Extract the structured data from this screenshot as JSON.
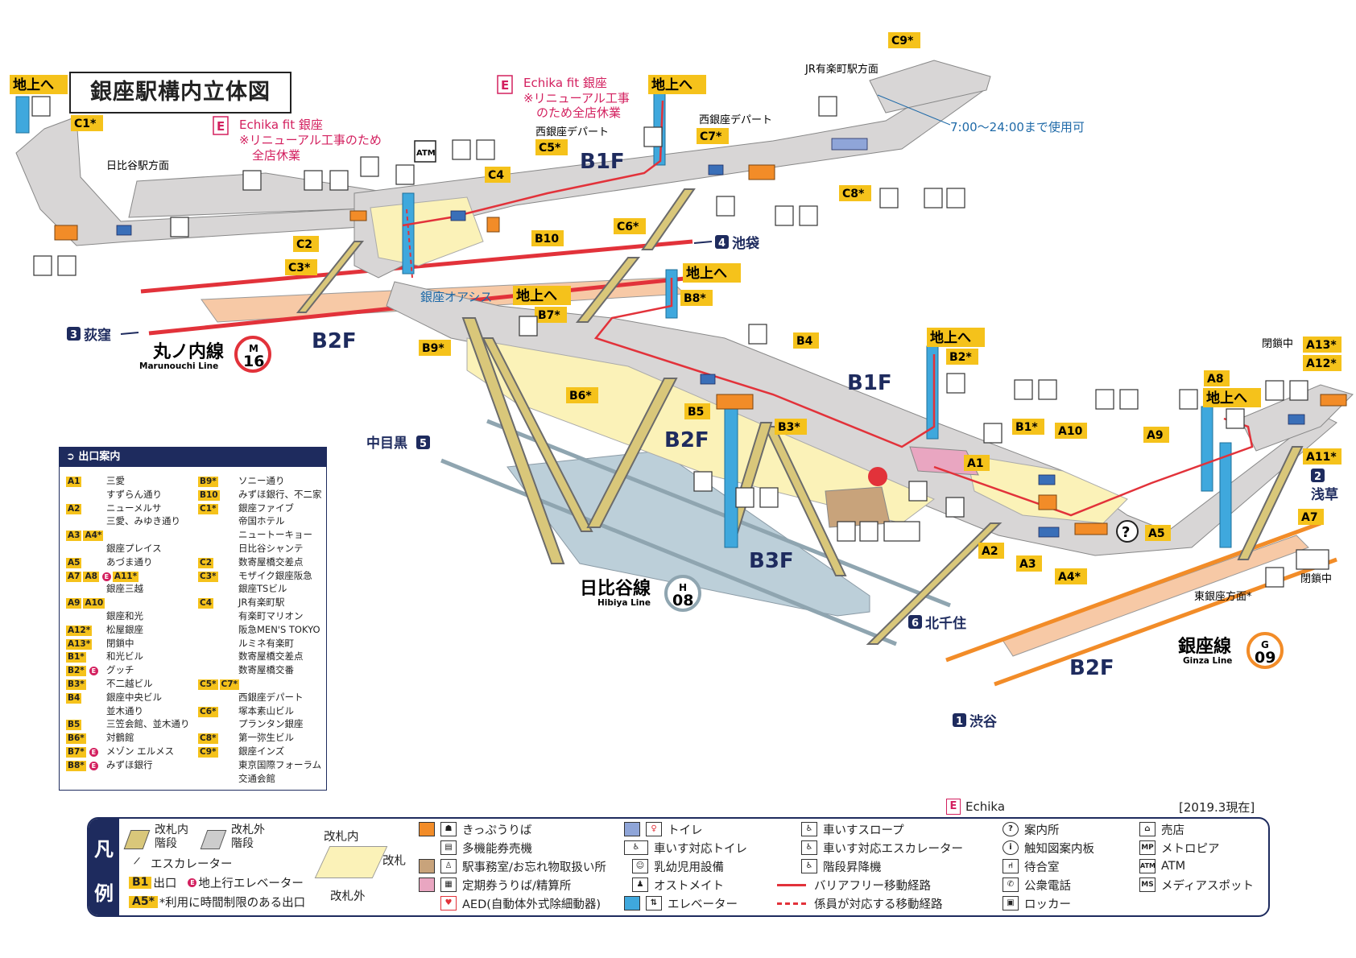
{
  "title": "銀座駅構内立体図",
  "colors": {
    "navy": "#1e2b5e",
    "marunouchi": "#e2323a",
    "hibiya": "#8fa5b0",
    "ginza": "#f28c28",
    "exit_tag": "#f5c21b",
    "echika": "#d3205f",
    "elevator": "#3fa8dd",
    "floor_b1": "#d8d6d6",
    "floor_b2": "#f7c9a6",
    "gate_area": "#fbf2b8",
    "platform_b3": "#bccfd9",
    "barrier_route": "#e2323a"
  },
  "floors": {
    "b1f_left": "B1F",
    "b1f_right": "B1F",
    "b2f_marunouchi": "B2F",
    "b2f_center": "B2F",
    "b3f": "B3F",
    "b2f_ginza": "B2F"
  },
  "lines": {
    "marunouchi": {
      "jp": "丸ノ内線",
      "en": "Marunouchi Line",
      "letter": "M",
      "number": "16",
      "dir_left_num": "3",
      "dir_left": "荻窪",
      "dir_right_num": "4",
      "dir_right": "池袋"
    },
    "hibiya": {
      "jp": "日比谷線",
      "en": "Hibiya Line",
      "letter": "H",
      "number": "08",
      "dir_left_num": "5",
      "dir_left": "中目黒",
      "dir_right_num": "6",
      "dir_right": "北千住"
    },
    "ginza": {
      "jp": "銀座線",
      "en": "Ginza Line",
      "letter": "G",
      "number": "09",
      "dir_left_num": "1",
      "dir_left": "渋谷",
      "dir_right_num": "2",
      "dir_right": "浅草"
    }
  },
  "map_labels": {
    "chijou_he_1": "地上へ",
    "chijou_he_2": "地上へ",
    "chijou_he_3": "地上へ",
    "chijou_he_4": "地上へ",
    "chijou_he_5": "地上へ",
    "chijou_he_6": "地上へ",
    "hibiya_st_dir": "日比谷駅方面",
    "jr_yurakucho_dir": "JR有楽町駅方面",
    "nishi_ginza_depart_1": "西銀座デパート",
    "nishi_ginza_depart_2": "西銀座デパート",
    "hours": "7:00～24:00まで使用可",
    "ginza_oasis": "銀座オアシス",
    "higashi_ginza_dir": "東銀座方面*",
    "heisachu_1": "閉鎖中",
    "heisachu_2": "閉鎖中",
    "atm": "ATM",
    "echika_1_title": "Echika fit 銀座",
    "echika_1_l1": "※リニューアル工事のため",
    "echika_1_l2": "全店休業",
    "echika_2_title": "Echika fit 銀座",
    "echika_2_l1": "※リニューアル工事",
    "echika_2_l2": "のため全店休業",
    "echika_letter": "E"
  },
  "exits": {
    "c9": "C9*",
    "c1": "C1*",
    "c5": "C5*",
    "c7": "C7*",
    "c4": "C4",
    "c6": "C6*",
    "c8": "C8*",
    "c2": "C2",
    "c3": "C3*",
    "b10": "B10",
    "b7": "B7*",
    "b8": "B8*",
    "b9": "B9*",
    "b6": "B6*",
    "b4": "B4",
    "b2": "B2*",
    "b5": "B5",
    "b3": "B3*",
    "b1": "B1*",
    "a10": "A10",
    "a9": "A9",
    "a1": "A1",
    "a2": "A2",
    "a3": "A3",
    "a4": "A4*",
    "a5": "A5",
    "a8": "A8",
    "a13": "A13*",
    "a12": "A12*",
    "a11": "A11*",
    "a7": "A7"
  },
  "exit_guide": {
    "heading": "出口案内",
    "col1": [
      {
        "codes": [
          "A1"
        ],
        "name": "三愛"
      },
      {
        "codes": [],
        "name": "すずらん通り"
      },
      {
        "codes": [
          "A2"
        ],
        "name": "ニューメルサ"
      },
      {
        "codes": [],
        "name": "三愛、みゆき通り"
      },
      {
        "codes": [
          "A3",
          "A4*"
        ],
        "name": ""
      },
      {
        "codes": [],
        "name": "銀座プレイス"
      },
      {
        "codes": [
          "A5"
        ],
        "name": "あづま通り"
      },
      {
        "codes": [
          "A7",
          "A8",
          "A11*"
        ],
        "name": "",
        "echika": true
      },
      {
        "codes": [],
        "name": "銀座三越"
      },
      {
        "codes": [
          "A9",
          "A10"
        ],
        "name": ""
      },
      {
        "codes": [],
        "name": "銀座和光"
      },
      {
        "codes": [
          "A12*"
        ],
        "name": "松屋銀座"
      },
      {
        "codes": [
          "A13*"
        ],
        "name": "閉鎖中"
      },
      {
        "codes": [
          "B1*"
        ],
        "name": "和光ビル"
      },
      {
        "codes": [
          "B2*"
        ],
        "name": "グッチ",
        "echika": true
      },
      {
        "codes": [
          "B3*"
        ],
        "name": "不二越ビル"
      },
      {
        "codes": [
          "B4"
        ],
        "name": "銀座中央ビル"
      },
      {
        "codes": [],
        "name": "並木通り"
      },
      {
        "codes": [
          "B5"
        ],
        "name": "三笠会館、並木通り"
      },
      {
        "codes": [
          "B6*"
        ],
        "name": "対鶴館"
      },
      {
        "codes": [
          "B7*"
        ],
        "name": "メゾン エルメス",
        "echika": true
      },
      {
        "codes": [
          "B8*"
        ],
        "name": "みずほ銀行",
        "echika": true
      }
    ],
    "col2": [
      {
        "codes": [
          "B9*"
        ],
        "name": "ソニー通り"
      },
      {
        "codes": [
          "B10"
        ],
        "name": "みずほ銀行、不二家"
      },
      {
        "codes": [
          "C1*"
        ],
        "name": "銀座ファイブ"
      },
      {
        "codes": [],
        "name": "帝国ホテル"
      },
      {
        "codes": [],
        "name": "ニュートーキョー"
      },
      {
        "codes": [],
        "name": "日比谷シャンテ"
      },
      {
        "codes": [
          "C2"
        ],
        "name": "数寄屋橋交差点"
      },
      {
        "codes": [
          "C3*"
        ],
        "name": "モザイク銀座阪急"
      },
      {
        "codes": [],
        "name": "銀座TSビル"
      },
      {
        "codes": [
          "C4"
        ],
        "name": "JR有楽町駅"
      },
      {
        "codes": [],
        "name": "有楽町マリオン"
      },
      {
        "codes": [],
        "name": "阪急MEN'S TOKYO"
      },
      {
        "codes": [],
        "name": "ルミネ有楽町"
      },
      {
        "codes": [],
        "name": "数寄屋橋交差点"
      },
      {
        "codes": [],
        "name": "数寄屋橋交番"
      },
      {
        "codes": [
          "C5*",
          "C7*"
        ],
        "name": ""
      },
      {
        "codes": [],
        "name": "西銀座デパート"
      },
      {
        "codes": [
          "C6*"
        ],
        "name": "塚本素山ビル"
      },
      {
        "codes": [],
        "name": "プランタン銀座"
      },
      {
        "codes": [
          "C8*"
        ],
        "name": "第一弥生ビル"
      },
      {
        "codes": [
          "C9*"
        ],
        "name": "銀座インズ"
      },
      {
        "codes": [],
        "name": "東京国際フォーラム"
      },
      {
        "codes": [],
        "name": "交通会館"
      }
    ]
  },
  "legend": {
    "side_1": "凡",
    "side_2": "例",
    "stairs_in_1": "改札内",
    "stairs_in_2": "階段",
    "stairs_out_1": "改札外",
    "stairs_out_2": "階段",
    "escalator": "エスカレーター",
    "exit_tag": "B1",
    "exit": "出口",
    "elevator_up": "地上行エレベーター",
    "limited_tag": "A5*",
    "limited": "*利用に時間制限のある出口",
    "gate_in": "改札内",
    "gate": "改札",
    "gate_out": "改札外",
    "ticket": "きっぷうりば",
    "multi_ticket": "多機能券売機",
    "office": "駅事務室/お忘れ物取扱い所",
    "commuter": "定期券うりば/精算所",
    "aed": "AED(自動体外式除細動器)",
    "toilet": "トイレ",
    "wc_toilet": "車いす対応トイレ",
    "baby": "乳幼児用設備",
    "ostomate": "オストメイト",
    "elevator": "エレベーター",
    "wc_slope": "車いすスロープ",
    "wc_escalator": "車いす対応エスカレーター",
    "stair_lift": "階段昇降機",
    "barrier_free": "バリアフリー移動経路",
    "staff_route": "係員が対応する移動経路",
    "info": "案内所",
    "tactile": "触知図案内板",
    "waiting": "待合室",
    "phone": "公衆電話",
    "locker": "ロッカー",
    "shop": "売店",
    "metropia": "メトロピア",
    "atm": "ATM",
    "media": "メディアスポット"
  },
  "echika_note": "Echika",
  "date_note": "[2019.3現在]"
}
